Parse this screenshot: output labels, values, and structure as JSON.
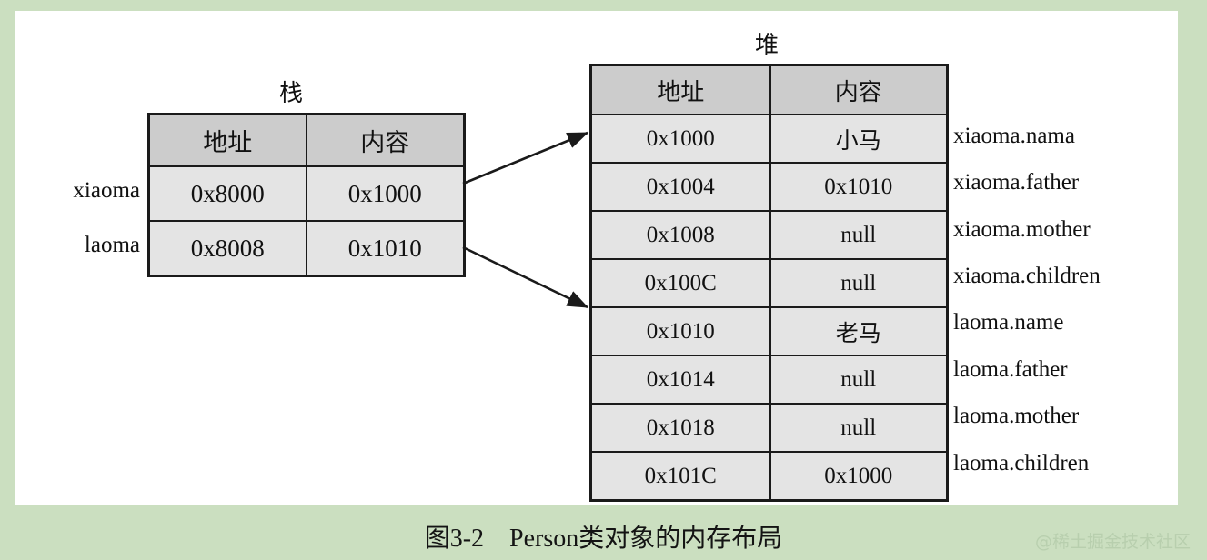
{
  "figure": {
    "caption": "图3-2　Person类对象的内存布局",
    "watermark": "@稀土掘金技术社区",
    "background_color": "#cbdfc0",
    "panel_color": "#ffffff",
    "header_cell_color": "#cccccc",
    "data_cell_color": "#e4e4e4",
    "border_color": "#1a1a1a"
  },
  "stack": {
    "title": "栈",
    "columns": [
      "地址",
      "内容"
    ],
    "rows": [
      {
        "label": "xiaoma",
        "address": "0x8000",
        "content": "0x1000"
      },
      {
        "label": "laoma",
        "address": "0x8008",
        "content": "0x1010"
      }
    ]
  },
  "heap": {
    "title": "堆",
    "columns": [
      "地址",
      "内容"
    ],
    "rows": [
      {
        "address": "0x1000",
        "content": "小马",
        "field": "xiaoma.nama"
      },
      {
        "address": "0x1004",
        "content": "0x1010",
        "field": "xiaoma.father"
      },
      {
        "address": "0x1008",
        "content": "null",
        "field": "xiaoma.mother"
      },
      {
        "address": "0x100C",
        "content": "null",
        "field": "xiaoma.children"
      },
      {
        "address": "0x1010",
        "content": "老马",
        "field": "laoma.name"
      },
      {
        "address": "0x1014",
        "content": "null",
        "field": "laoma.father"
      },
      {
        "address": "0x1018",
        "content": "null",
        "field": "laoma.mother"
      },
      {
        "address": "0x101C",
        "content": "0x1000",
        "field": "laoma.children"
      }
    ]
  },
  "arrows": [
    {
      "name": "xiaoma-to-heap",
      "from": "stack row 0x8000 content",
      "to": "heap row 0x1000"
    },
    {
      "name": "laoma-to-heap",
      "from": "stack row 0x8008 content",
      "to": "heap row 0x1010"
    }
  ]
}
